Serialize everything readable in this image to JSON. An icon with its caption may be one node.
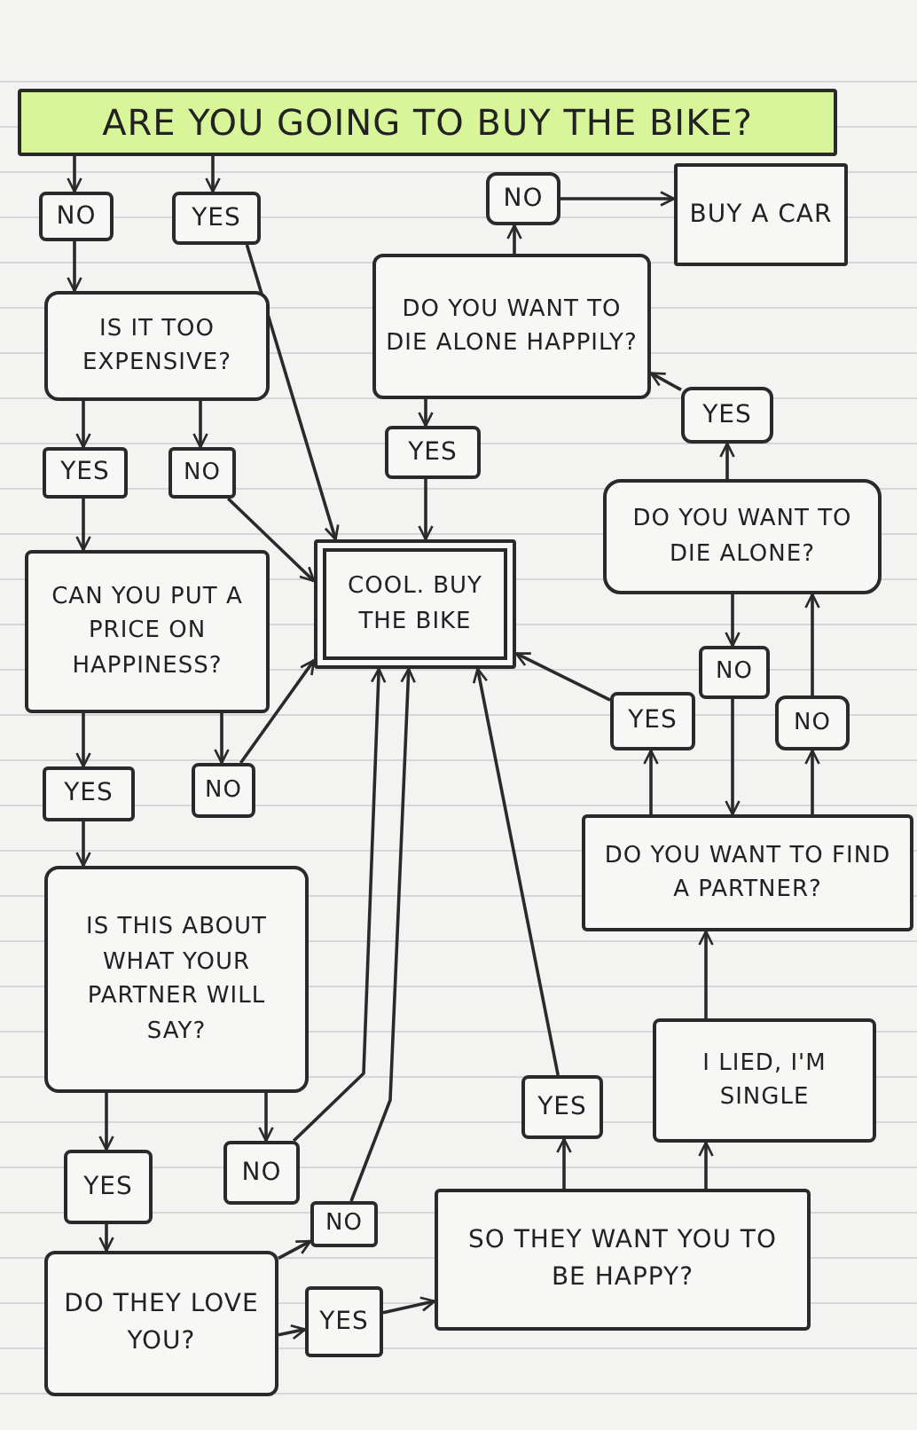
{
  "diagram": {
    "nodes": [
      {
        "text": [
          "ARE YOU GOING TO BUY THE BIKE?"
        ]
      },
      {
        "text": [
          "NO"
        ]
      },
      {
        "text": [
          "YES"
        ]
      },
      {
        "text": [
          "NO"
        ]
      },
      {
        "text": [
          "BUY A CAR"
        ]
      },
      {
        "text": [
          "IS IT TOO EXPENSIVE?"
        ]
      },
      {
        "text": [
          "DO YOU WANT TO DIE ALONE HAPPILY?"
        ]
      },
      {
        "text": [
          "YES"
        ]
      },
      {
        "text": [
          "NO"
        ]
      },
      {
        "text": [
          "YES"
        ]
      },
      {
        "text": [
          "YES"
        ]
      },
      {
        "text": [
          "CAN YOU PUT A PRICE ON HAPPINESS?"
        ]
      },
      {
        "text": [
          "COOL. BUY THE BIKE"
        ]
      },
      {
        "text": [
          "DO YOU WANT TO DIE ALONE?"
        ]
      },
      {
        "text": [
          "NO"
        ]
      },
      {
        "text": [
          "YES"
        ]
      },
      {
        "text": [
          "NO"
        ]
      },
      {
        "text": [
          "YES"
        ]
      },
      {
        "text": [
          "NO"
        ]
      },
      {
        "text": [
          "DO YOU WANT TO FIND A PARTNER?"
        ]
      },
      {
        "text": [
          "IS THIS ABOUT WHAT YOUR PARTNER WILL SAY?"
        ]
      },
      {
        "text": [
          "I LIED, I'M SINGLE"
        ]
      },
      {
        "text": [
          "YES"
        ]
      },
      {
        "text": [
          "YES"
        ]
      },
      {
        "text": [
          "NO"
        ]
      },
      {
        "text": [
          "NO"
        ]
      },
      {
        "text": [
          "SO THEY WANT YOU TO BE HAPPY?"
        ]
      },
      {
        "text": [
          "DO THEY LOVE YOU?"
        ]
      },
      {
        "text": [
          "YES"
        ]
      }
    ],
    "edges": [
      {
        "from": 0,
        "to": 1,
        "arrow": "to"
      },
      {
        "from": 0,
        "to": 2,
        "arrow": "to"
      },
      {
        "from": 1,
        "to": 5,
        "arrow": "to"
      },
      {
        "from": 2,
        "to": 12,
        "arrow": "to"
      },
      {
        "from": 5,
        "to": 7,
        "arrow": "to"
      },
      {
        "from": 5,
        "to": 8,
        "arrow": "to"
      },
      {
        "from": 8,
        "to": 12,
        "arrow": "to"
      },
      {
        "from": 7,
        "to": 11,
        "arrow": "to"
      },
      {
        "from": 6,
        "to": 3,
        "arrow": "to"
      },
      {
        "from": 3,
        "to": 4,
        "arrow": "to"
      },
      {
        "from": 6,
        "to": 9,
        "arrow": "to"
      },
      {
        "from": 9,
        "to": 12,
        "arrow": "to"
      },
      {
        "from": 13,
        "to": 10,
        "arrow": "to"
      },
      {
        "from": 10,
        "to": 6,
        "arrow": "to"
      },
      {
        "from": 13,
        "to": 14,
        "arrow": "to"
      },
      {
        "from": 14,
        "to": 19,
        "arrow": "to"
      },
      {
        "from": 19,
        "to": 15,
        "arrow": "to"
      },
      {
        "from": 15,
        "to": 12,
        "arrow": "to"
      },
      {
        "from": 19,
        "to": 16,
        "arrow": "to"
      },
      {
        "from": 16,
        "to": 13,
        "arrow": "to"
      },
      {
        "from": 11,
        "to": 17,
        "arrow": "to"
      },
      {
        "from": 11,
        "to": 18,
        "arrow": "to"
      },
      {
        "from": 18,
        "to": 12,
        "arrow": "to"
      },
      {
        "from": 17,
        "to": 20,
        "arrow": "to"
      },
      {
        "from": 20,
        "to": 23,
        "arrow": "to"
      },
      {
        "from": 20,
        "to": 24,
        "arrow": "to"
      },
      {
        "from": 24,
        "to": 12,
        "arrow": "to"
      },
      {
        "from": 23,
        "to": 27,
        "arrow": "to"
      },
      {
        "from": 27,
        "to": 25,
        "arrow": "to"
      },
      {
        "from": 25,
        "to": 12,
        "arrow": "to"
      },
      {
        "from": 27,
        "to": 28,
        "arrow": "to"
      },
      {
        "from": 28,
        "to": 26,
        "arrow": "to"
      },
      {
        "from": 26,
        "to": 22,
        "arrow": "to"
      },
      {
        "from": 22,
        "to": 12,
        "arrow": "to"
      },
      {
        "from": 26,
        "to": 21,
        "arrow": "to"
      },
      {
        "from": 21,
        "to": 19,
        "arrow": "to"
      }
    ]
  }
}
